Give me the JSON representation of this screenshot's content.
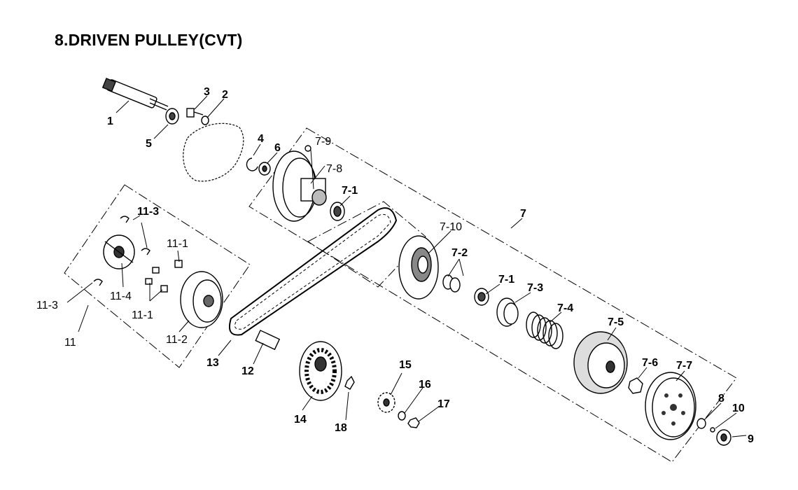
{
  "title": "8.DRIVEN PULLEY(CVT)",
  "labels": {
    "l1": "1",
    "l2": "2",
    "l3": "3",
    "l4": "4",
    "l5": "5",
    "l6": "6",
    "l7": "7",
    "l7_1a": "7-1",
    "l7_1b": "7-1",
    "l7_2": "7-2",
    "l7_3": "7-3",
    "l7_4": "7-4",
    "l7_5": "7-5",
    "l7_6": "7-6",
    "l7_7": "7-7",
    "l7_8": "7-8",
    "l7_9": "7-9",
    "l7_10": "7-10",
    "l8": "8",
    "l9": "9",
    "l10": "10",
    "l11": "11",
    "l11_1a": "11-1",
    "l11_1b": "11-1",
    "l11_2": "11-2",
    "l11_3a": "11-3",
    "l11_3b": "11-3",
    "l11_4": "11-4",
    "l12": "12",
    "l13": "13",
    "l14": "14",
    "l15": "15",
    "l16": "16",
    "l17": "17",
    "l18": "18"
  }
}
